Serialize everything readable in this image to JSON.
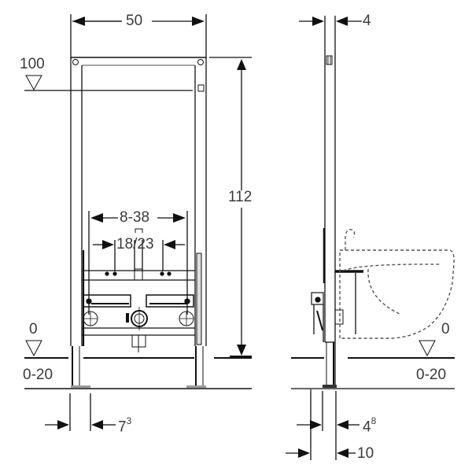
{
  "front_view": {
    "width_label": "50",
    "height_label": "112",
    "top_level_label": "100",
    "floor_level_label": "0",
    "floor_range_label": "0-20",
    "mounting_spacing_label": "8-38",
    "connection_spacing_label": "18/23",
    "foot_width_label": "7",
    "foot_width_sup": "3"
  },
  "side_view": {
    "frame_depth_label": "4",
    "floor_level_label": "0",
    "floor_range_label": "0-20",
    "foot_depth_label": "4",
    "foot_depth_sup": "8",
    "total_depth_label": "10"
  },
  "colors": {
    "line": "#111111",
    "text": "#3a3a3a",
    "gray": "#888888"
  }
}
